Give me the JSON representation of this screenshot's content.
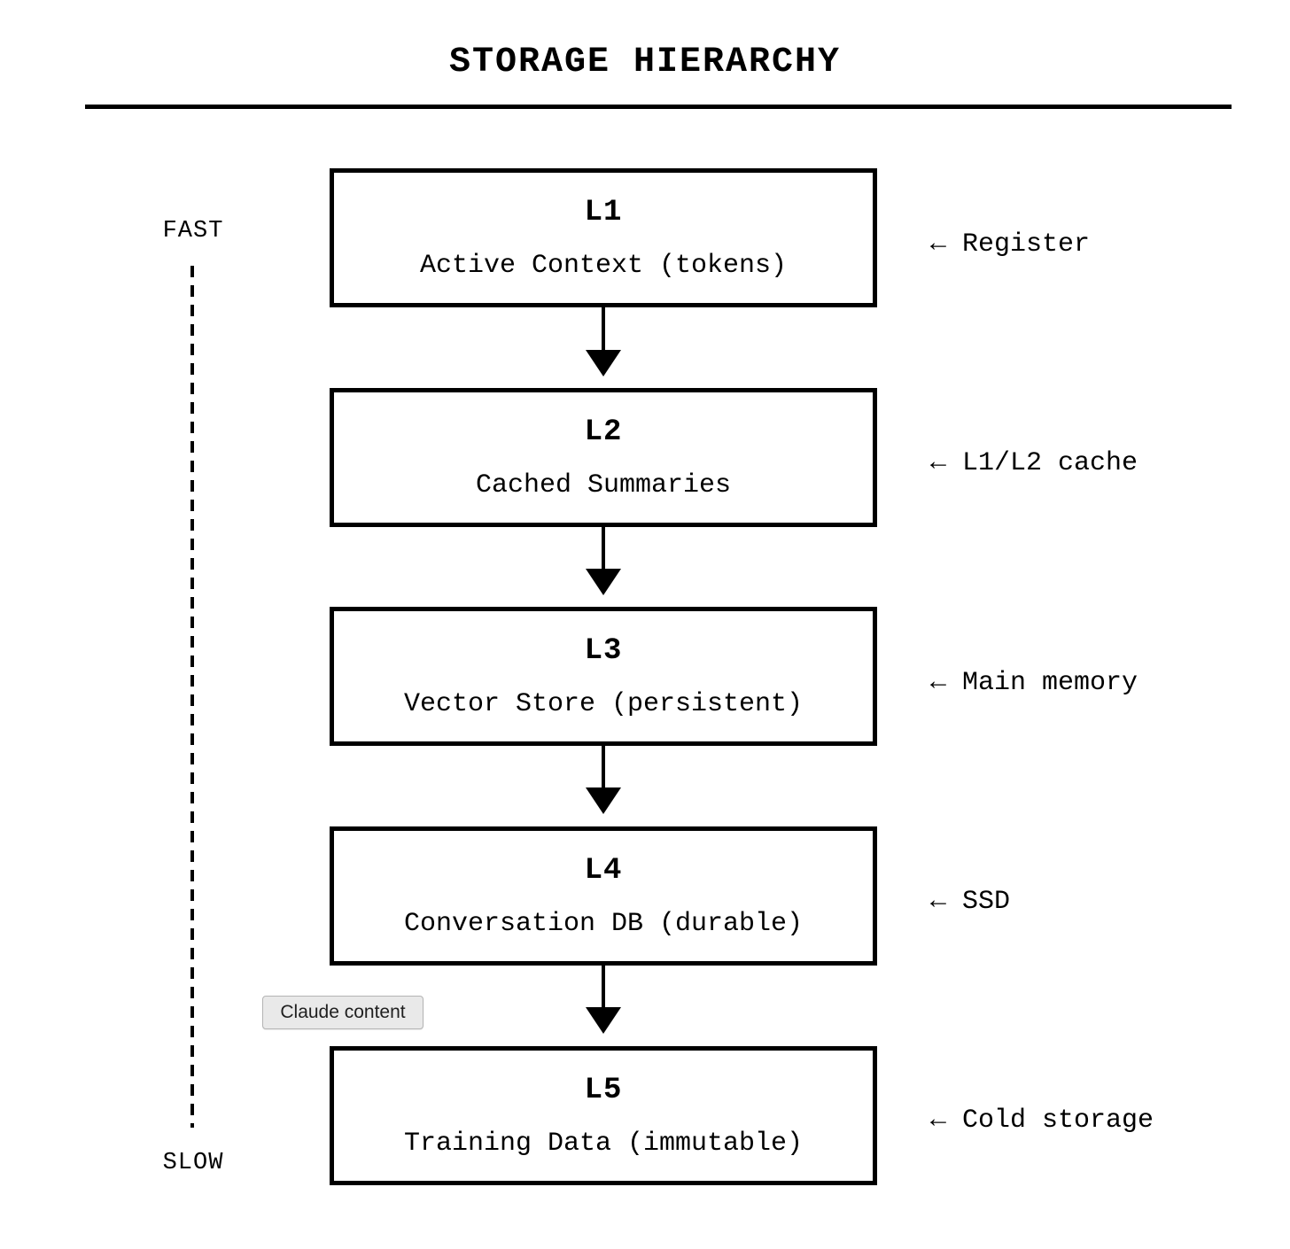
{
  "title": "STORAGE HIERARCHY",
  "speed_scale": {
    "top_label": "FAST",
    "bottom_label": "SLOW"
  },
  "levels": [
    {
      "id": "L1",
      "name": "Active Context (tokens)",
      "annotation": "← Register"
    },
    {
      "id": "L2",
      "name": "Cached Summaries",
      "annotation": "← L1/L2 cache"
    },
    {
      "id": "L3",
      "name": "Vector Store (persistent)",
      "annotation": "← Main memory"
    },
    {
      "id": "L4",
      "name": "Conversation DB (durable)",
      "annotation": "← SSD"
    },
    {
      "id": "L5",
      "name": "Training Data (immutable)",
      "annotation": "← Cold storage"
    }
  ],
  "tooltip": {
    "text": "Claude content"
  },
  "colors": {
    "ink": "#000000",
    "background": "#ffffff",
    "tooltip_bg": "#e9e9e9",
    "tooltip_border": "#b4b4b4",
    "tooltip_text": "#1f1f1f"
  }
}
